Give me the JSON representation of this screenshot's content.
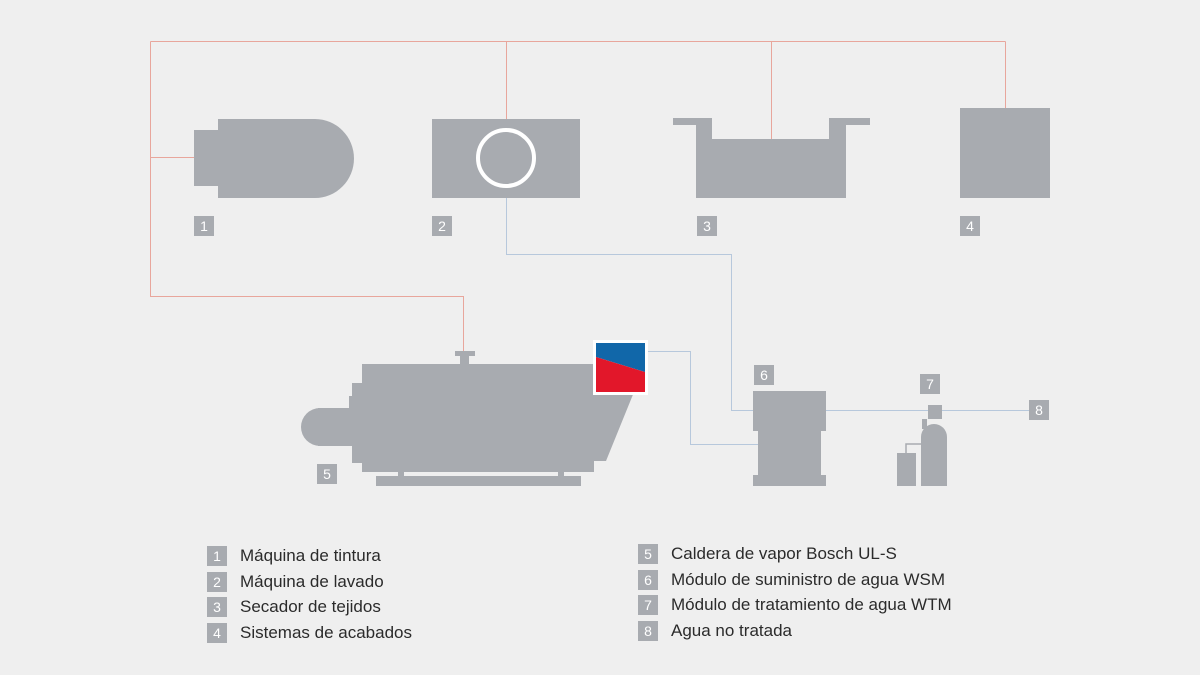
{
  "colors": {
    "background": "#efefef",
    "machine": "#a8abb0",
    "steam_line": "#e8a69c",
    "water_line": "#b7c8dc",
    "label_badge": "#a8abb0",
    "logo_blue": "#1167a9",
    "logo_red": "#e2172a"
  },
  "components": [
    {
      "number": "1",
      "name": "Máquina de tintura"
    },
    {
      "number": "2",
      "name": "Máquina de lavado"
    },
    {
      "number": "3",
      "name": "Secador de tejidos"
    },
    {
      "number": "4",
      "name": "Sistemas de acabados"
    },
    {
      "number": "5",
      "name": "Caldera de vapor Bosch UL-S"
    },
    {
      "number": "6",
      "name": "Módulo de suministro de agua WSM"
    },
    {
      "number": "7",
      "name": "Módulo de tratamiento de agua WTM"
    },
    {
      "number": "8",
      "name": "Agua no tratada"
    }
  ]
}
